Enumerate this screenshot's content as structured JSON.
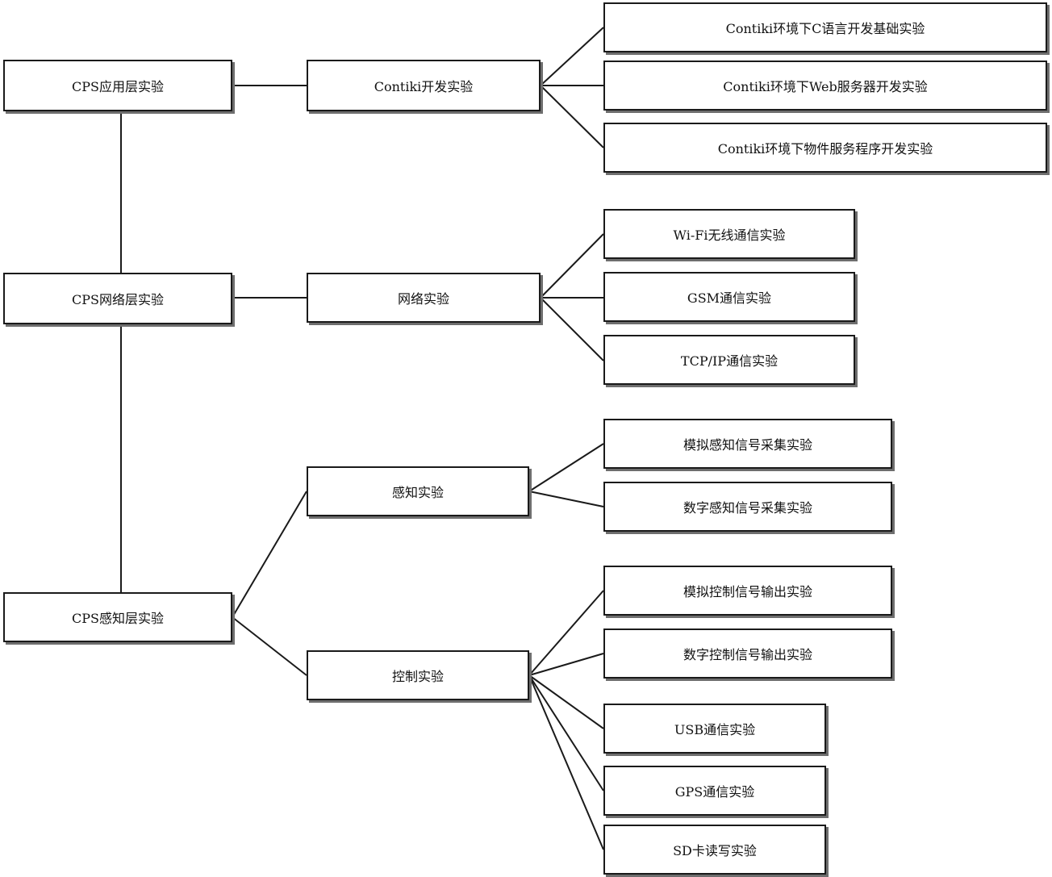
{
  "layers": {
    "application": "CPS应用层实验",
    "network": "CPS网络层实验",
    "perception": "CPS感知层实验"
  },
  "modules": {
    "contiki": "Contiki开发实验",
    "network": "网络实验",
    "sensing": "感知实验",
    "control": "控制实验"
  },
  "experiments": {
    "contiki_c": "Contiki环境下C语言开发基础实验",
    "contiki_web": "Contiki环境下Web服务器开发实验",
    "contiki_things": "Contiki环境下物件服务程序开发实验",
    "wifi": "Wi-Fi无线通信实验",
    "gsm": "GSM通信实验",
    "tcpip": "TCP/IP通信实验",
    "analog_sense": "模拟感知信号采集实验",
    "digital_sense": "数字感知信号采集实验",
    "analog_ctrl": "模拟控制信号输出实验",
    "digital_ctrl": "数字控制信号输出实验",
    "usb": "USB通信实验",
    "gps": "GPS通信实验",
    "sd": "SD卡读写实验"
  }
}
